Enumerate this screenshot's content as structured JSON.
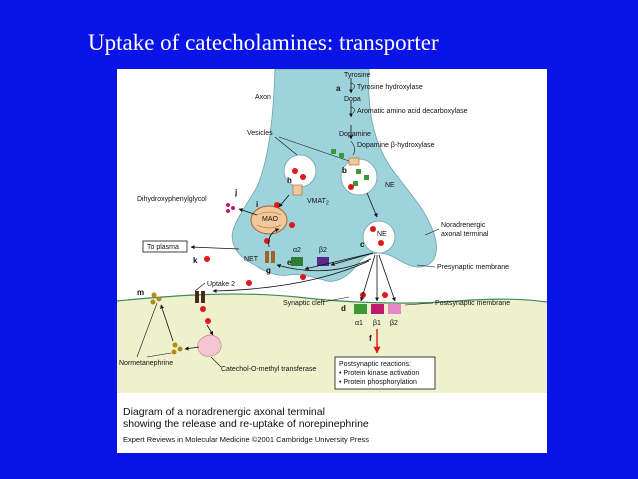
{
  "slide": {
    "title": "Uptake of catecholamines: transporter"
  },
  "diagram": {
    "labels": {
      "tyrosine": "Tyrosine",
      "tyrosine_hydroxylase": "Tyrosine hydroxylase",
      "axon": "Axon",
      "dopa": "Dopa",
      "aromatic_decarboxylase": "Aromatic amino acid decarboxylase",
      "vesicles": "Vesicles",
      "dopamine": "Dopamine",
      "dopamine_hydroxylase": "Dopamine β-hydroxylase",
      "ne_vesicle": "NE",
      "ne_cleft": "NE",
      "dihydroxyphenylglycol": "Dihydroxyphenylglycol",
      "mao": "MAO",
      "vmat2": "VMAT",
      "vmat2_sub": "2",
      "noradrenergic_terminal_1": "Noradrenergic",
      "noradrenergic_terminal_2": "axonal terminal",
      "to_plasma": "To plasma",
      "alpha2": "α2",
      "beta2_pre": "β2",
      "net": "NET",
      "presynaptic_membrane": "Presynaptic membrane",
      "uptake2": "Uptake 2",
      "synaptic_cleft": "Synaptic cleft",
      "postsynaptic_membrane": "Postsynaptic membrane",
      "alpha1": "α1",
      "beta1": "β1",
      "beta2_post": "β2",
      "normetanephrine": "Normetanephrine",
      "comt": "Catechol-O-methyl transferase",
      "postsynaptic_title": "Postsynaptic reactions:",
      "reaction1": "• Protein kinase activation",
      "reaction2": "• Protein phosphorylation",
      "caption1": "Diagram of a noradrenergic axonal terminal",
      "caption2": "showing the release and re-uptake of norepinephrine",
      "credit": "Expert Reviews in Molecular Medicine ©2001 Cambridge University Press"
    },
    "letters": {
      "a": "a",
      "b": "b",
      "c": "c",
      "d": "d",
      "e": "e",
      "f": "f",
      "g": "g",
      "h": "h",
      "i": "i",
      "j": "j",
      "k": "k",
      "m": "m"
    },
    "colors": {
      "axon_fill": "#9fd3dc",
      "cleft_fill": "#eef2cc",
      "ne_dot": "#e01818",
      "dopamine_square": "#3a9a3a",
      "alpha2_receptor": "#2f7d32",
      "beta2_receptor": "#5a2a8a",
      "alpha1_receptor": "#3a9a3a",
      "beta1_receptor": "#c0186a",
      "beta2_post_receptor": "#e887c8",
      "mao_fill": "#f2c89a",
      "metabolite_dot": "#b58a1a",
      "arrow": "#111111",
      "red_arrow": "#e01818"
    }
  }
}
